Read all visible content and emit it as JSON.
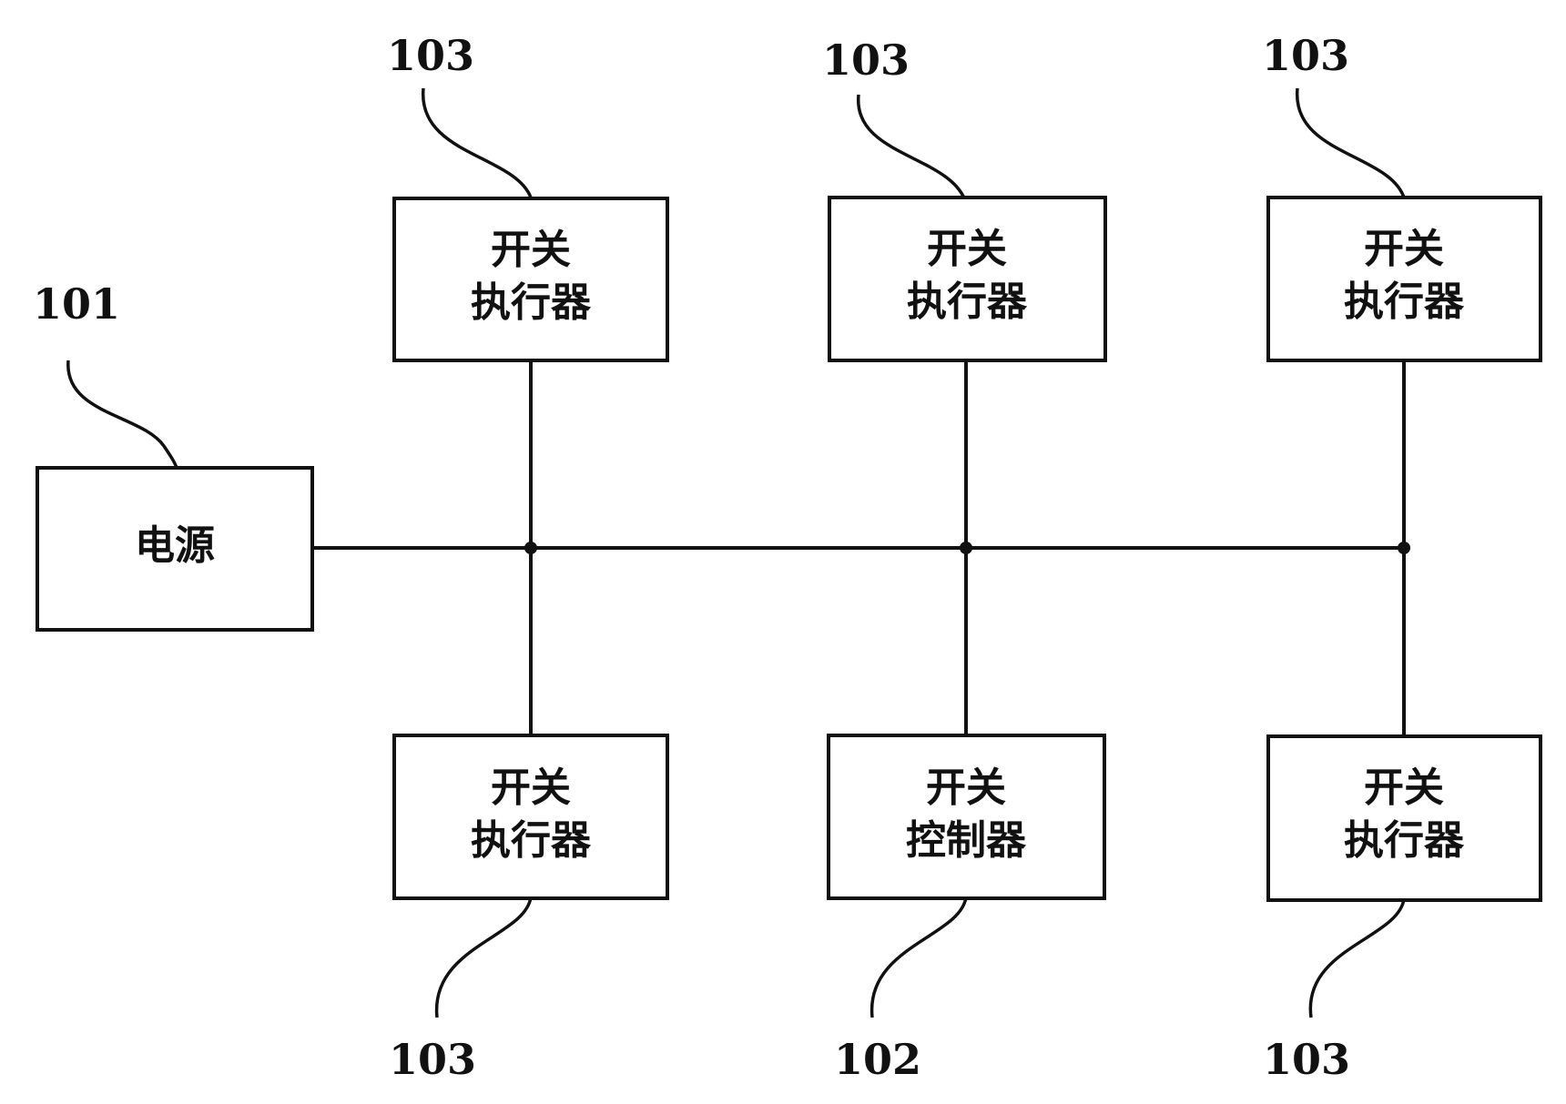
{
  "blocks": {
    "power": {
      "ref": "101",
      "lines": [
        "电源"
      ]
    },
    "actuator_top_left": {
      "ref": "103",
      "lines": [
        "开关",
        "执行器"
      ]
    },
    "actuator_top_middle": {
      "ref": "103",
      "lines": [
        "开关",
        "执行器"
      ]
    },
    "actuator_top_right": {
      "ref": "103",
      "lines": [
        "开关",
        "执行器"
      ]
    },
    "actuator_bottom_left": {
      "ref": "103",
      "lines": [
        "开关",
        "执行器"
      ]
    },
    "controller_bottom_middle": {
      "ref": "102",
      "lines": [
        "开关",
        "控制器"
      ]
    },
    "actuator_bottom_right": {
      "ref": "103",
      "lines": [
        "开关",
        "执行器"
      ]
    }
  }
}
